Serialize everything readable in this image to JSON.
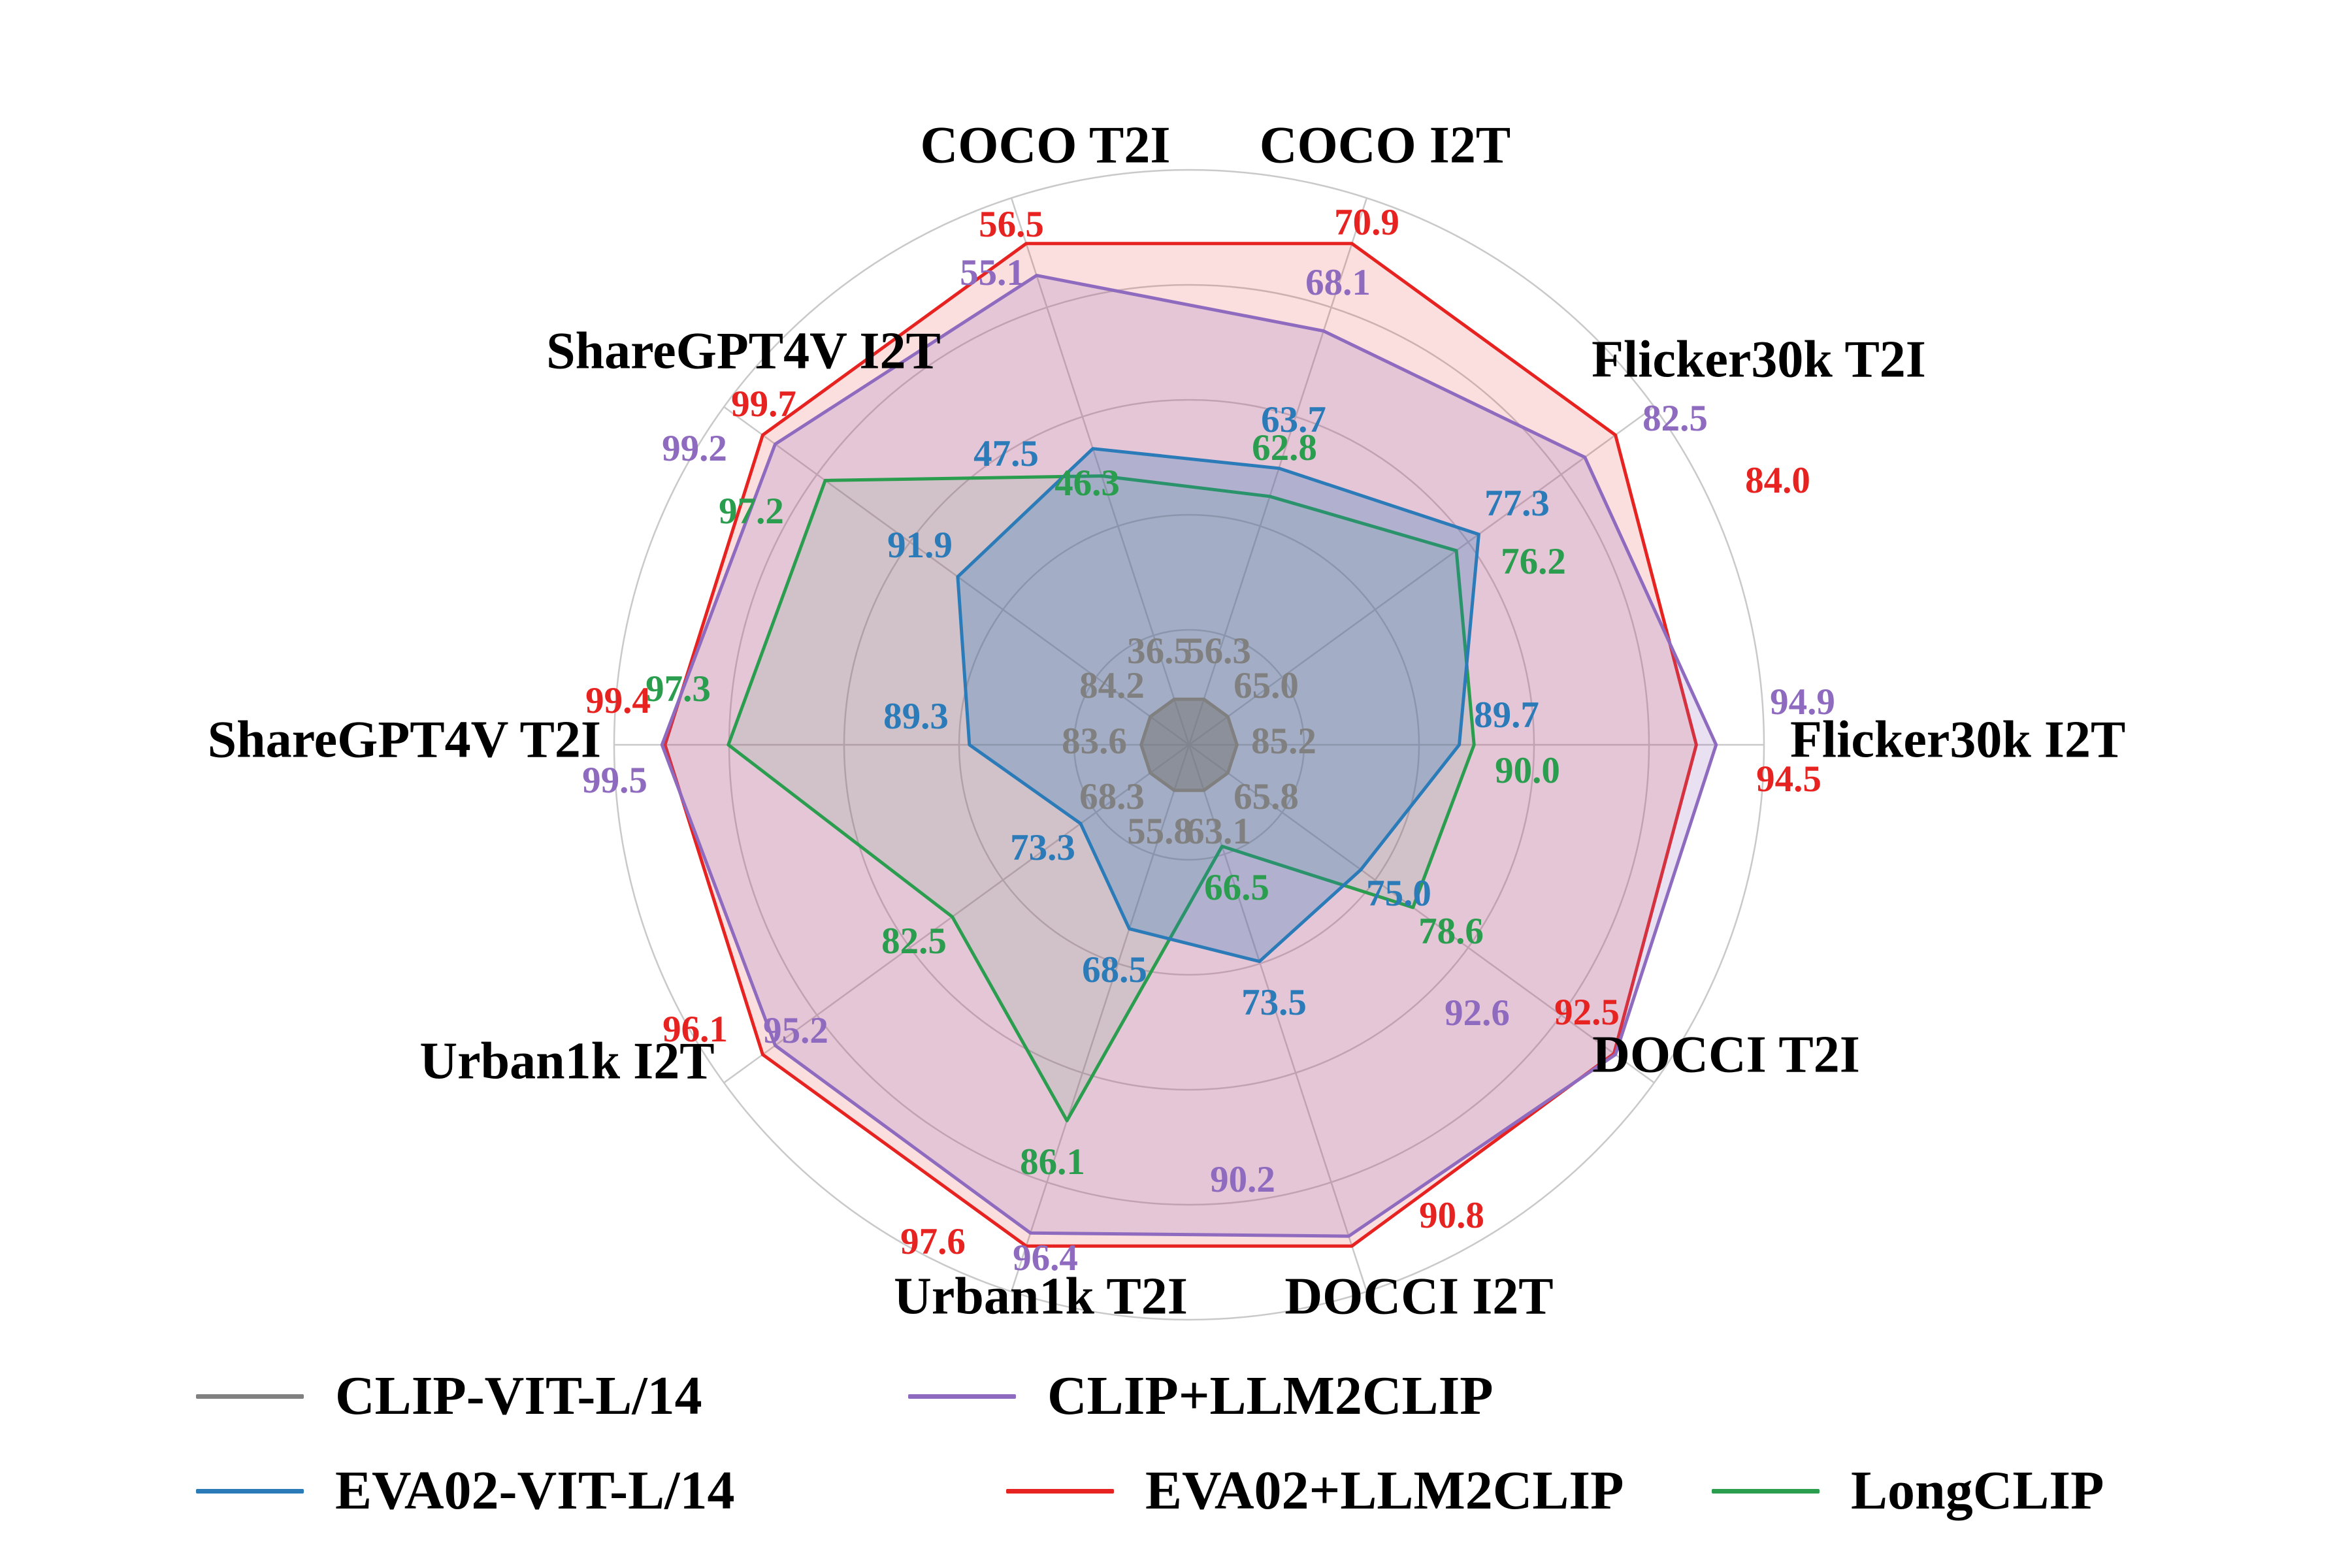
{
  "figure": {
    "background": "#ffffff",
    "grid_color": "#c9c9c9"
  },
  "chart_data": {
    "type": "radar",
    "normalization": "per-axis min-max",
    "grid": true,
    "grid_rings": 5,
    "legend_position": "bottom",
    "categories": [
      "COCO T2I",
      "COCO I2T",
      "Flicker30k T2I",
      "Flicker30k I2T",
      "DOCCI T2I",
      "DOCCI I2T",
      "Urban1k T2I",
      "Urban1k I2T",
      "ShareGPT4V T2I",
      "ShareGPT4V I2T"
    ],
    "series": [
      {
        "name": "CLIP-VIT-L/14",
        "color": "#808080",
        "values": [
          36.5,
          56.3,
          65.0,
          85.2,
          65.8,
          63.1,
          55.8,
          68.3,
          83.6,
          84.2
        ]
      },
      {
        "name": "EVA02-VIT-L/14",
        "color": "#2b7bb9",
        "values": [
          47.5,
          63.7,
          77.3,
          89.7,
          75.0,
          73.5,
          68.5,
          73.3,
          89.3,
          91.9
        ]
      },
      {
        "name": "CLIP+LLM2CLIP",
        "color": "#8f6bbf",
        "values": [
          55.1,
          68.1,
          82.5,
          94.9,
          92.6,
          90.2,
          96.4,
          95.2,
          99.5,
          99.2
        ]
      },
      {
        "name": "EVA02+LLM2CLIP",
        "color": "#e62320",
        "values": [
          56.5,
          70.9,
          84.0,
          94.5,
          92.5,
          90.8,
          97.6,
          96.1,
          99.4,
          99.7
        ]
      },
      {
        "name": "LongCLIP",
        "color": "#2a9d4e",
        "values": [
          46.3,
          62.8,
          76.2,
          90.0,
          78.6,
          66.5,
          86.1,
          82.5,
          97.3,
          97.2
        ]
      }
    ]
  },
  "legend": {
    "row1": [
      "CLIP-VIT-L/14",
      "CLIP+LLM2CLIP"
    ],
    "row2": [
      "EVA02-VIT-L/14",
      "EVA02+LLM2CLIP",
      "LongCLIP"
    ]
  }
}
